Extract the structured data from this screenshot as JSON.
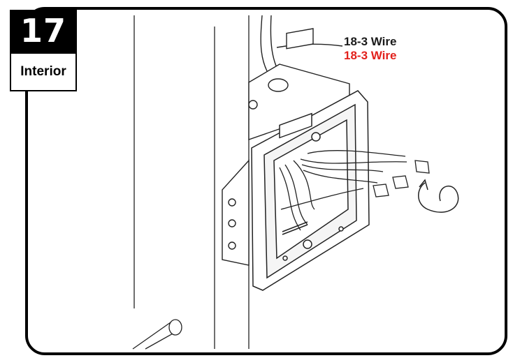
{
  "step": {
    "number": "17",
    "label": "Interior"
  },
  "callouts": [
    {
      "text": "18-3 Wire",
      "color": "#1a1a1a"
    },
    {
      "text": "18-3 Wire",
      "color": "#e2211c"
    }
  ]
}
